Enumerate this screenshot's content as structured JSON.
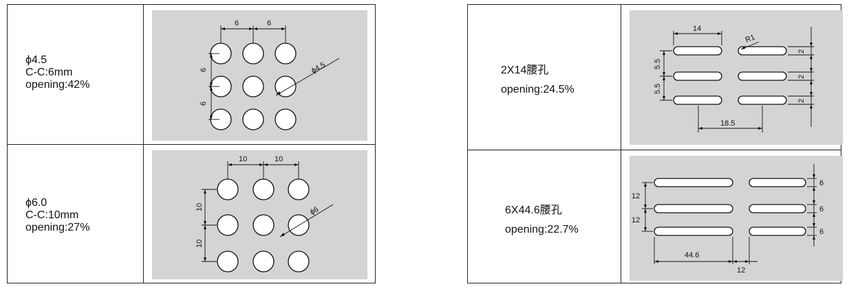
{
  "left_table": {
    "rows": [
      {
        "lines": [
          "ϕ4.5",
          "C-C:6mm",
          "opening:42%"
        ],
        "dims": {
          "pitch_x_1": "6",
          "pitch_x_2": "6",
          "pitch_y_1": "6",
          "pitch_y_2": "6",
          "diameter": "ϕ4.5"
        }
      },
      {
        "lines": [
          "ϕ6.0",
          "C-C:10mm",
          "opening:27%"
        ],
        "dims": {
          "pitch_x_1": "10",
          "pitch_x_2": "10",
          "pitch_y_1": "10",
          "pitch_y_2": "10",
          "diameter": "ϕ6"
        }
      }
    ]
  },
  "right_table": {
    "rows": [
      {
        "lines": [
          "2X14腰孔",
          "opening:24.5%"
        ],
        "dims": {
          "slot_length": "14",
          "radius": "R1",
          "pitch_y_1": "5.5",
          "pitch_y_2": "5.5",
          "gap": "18.5",
          "width_1": "2",
          "width_2": "2",
          "width_3": "2"
        }
      },
      {
        "lines": [
          "6X44.6腰孔",
          "opening:22.7%"
        ],
        "dims": {
          "pitch_y_1": "12",
          "pitch_y_2": "12",
          "width_1": "6",
          "width_2": "6",
          "width_3": "6",
          "slot_length": "44.6",
          "gap": "12"
        }
      }
    ]
  },
  "colors": {
    "panel": "#d4d4d4",
    "line": "#111111",
    "hole": "#ffffff"
  }
}
